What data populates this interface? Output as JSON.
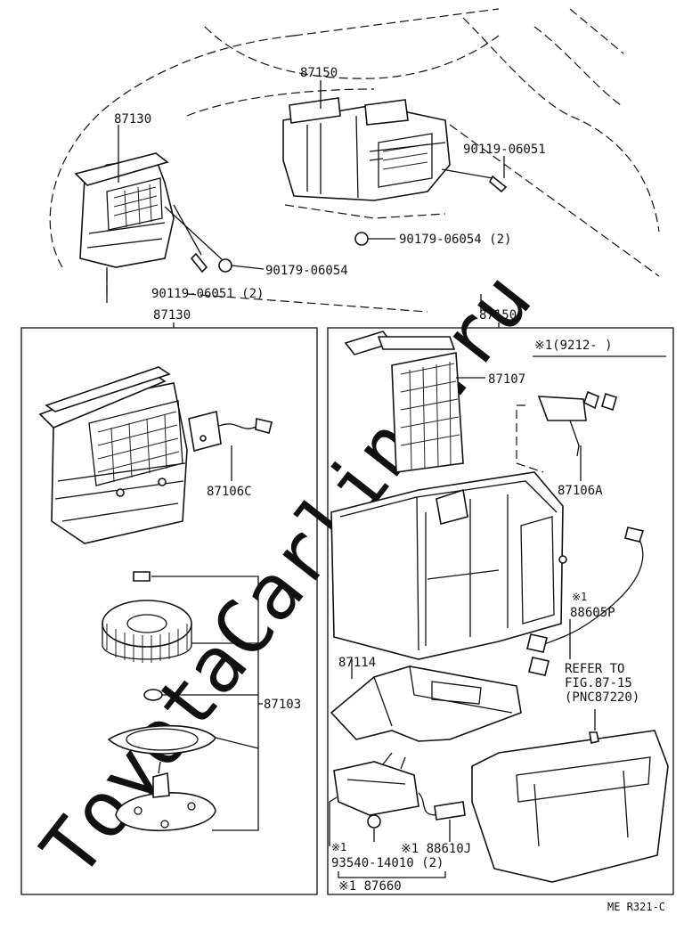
{
  "watermark": "ToyotaCarline.ru",
  "top_labels": {
    "part_87150": "87150",
    "part_87130": "87130",
    "bolt_right": "90119-06051",
    "nut_right": "90179-06054 (2)",
    "nut_left": "90179-06054",
    "bolt_left": "90119-06051 (2)"
  },
  "section_titles": {
    "left": "87130",
    "right": "87150"
  },
  "applicability": "※1(9212-        )",
  "left_panel": {
    "bracket": "87106C",
    "blower_assy": "87103"
  },
  "right_panel": {
    "heater_core": "87107",
    "bracket": "87106A",
    "wire_marker": "※1",
    "wire": "88605P",
    "duct": "87114",
    "refer_line1": "REFER TO",
    "refer_line2": "FIG.87-15",
    "refer_line3": "(PNC87220)",
    "sensor": "※1 88610J",
    "screw_marker": "※1",
    "screw": "93540-14010 (2)",
    "amp": "※1 87660"
  },
  "diagram_code": "ME R321-C"
}
